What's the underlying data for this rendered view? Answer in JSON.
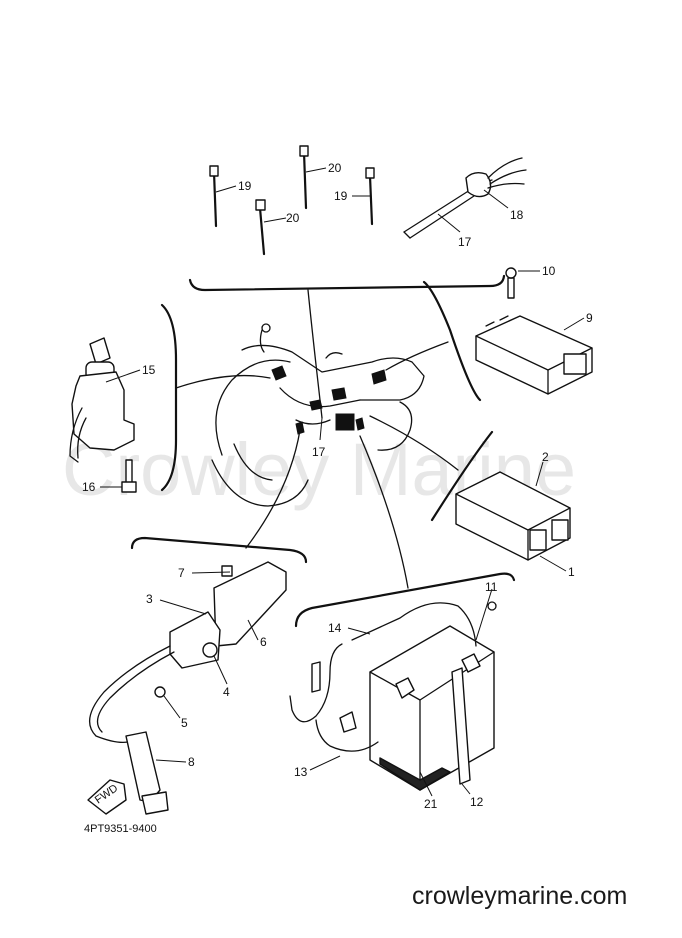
{
  "watermark": "Crowley Marine",
  "footer": {
    "site": "crowleymarine.com",
    "diagram_code": "4PT9351-9400"
  },
  "fwd_label": "FWD",
  "callouts": [
    "1",
    "2",
    "3",
    "4",
    "5",
    "6",
    "7",
    "8",
    "9",
    "10",
    "11",
    "12",
    "13",
    "14",
    "15",
    "16",
    "17",
    "17",
    "18",
    "19",
    "19",
    "20",
    "20",
    "21"
  ]
}
